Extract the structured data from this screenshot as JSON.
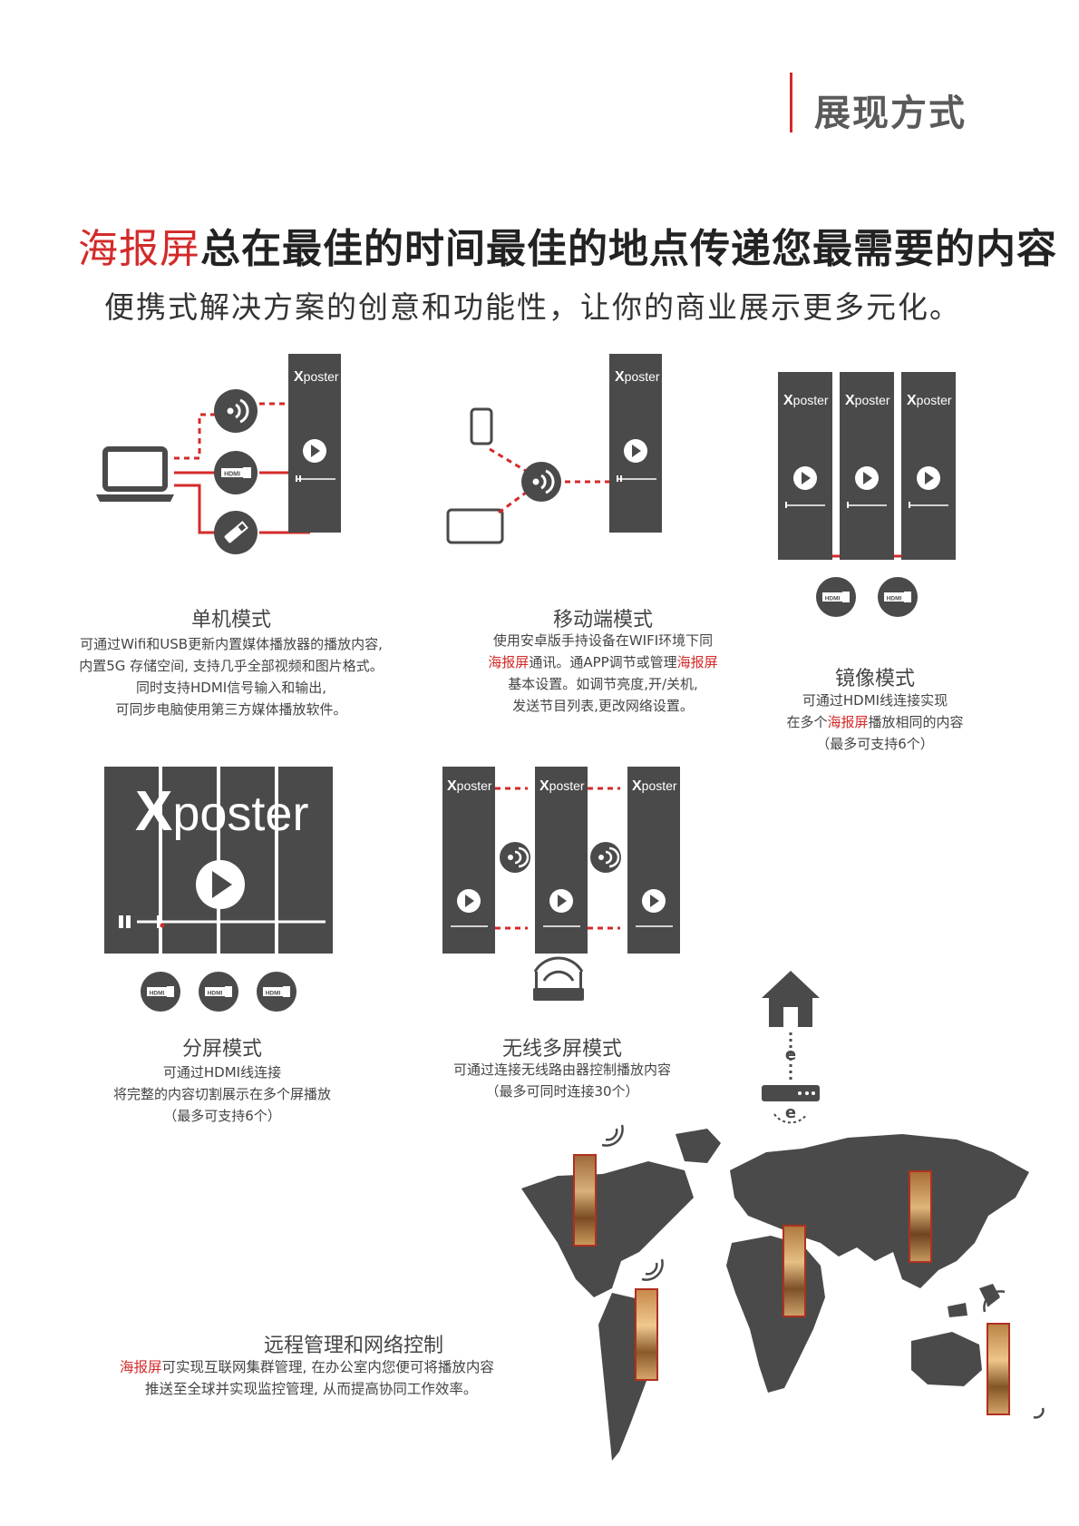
{
  "header": {
    "title": "展现方式",
    "accent_color": "#d42a2a"
  },
  "headline": {
    "highlight": "海报屏",
    "rest": "总在最佳的时间最佳的地点传递您最需要的内容"
  },
  "subline": "便携式解决方案的创意和功能性，让你的商业展示更多元化。",
  "brand": {
    "logo_x": "X",
    "logo_rest": "poster",
    "panel_color": "#4a4a4a"
  },
  "modes": {
    "standalone": {
      "title": "单机模式",
      "lines": [
        "可通过Wifi和USB更新内置媒体播放器的播放内容,",
        "内置5G 存储空间,  支持几乎全部视频和图片格式。",
        "同时支持HDMI信号输入和输出,",
        "可同步电脑使用第三方媒体播放软件。"
      ]
    },
    "mobile": {
      "title": "移动端模式",
      "line1": "使用安卓版手持设备在WIFI环境下同",
      "line2_red": "海报屏",
      "line2_a": "通讯。通APP调节或管理",
      "line2_red2": "海报屏",
      "line3": "基本设置。如调节亮度,开/关机,",
      "line4": "发送节目列表,更改网络设置。"
    },
    "mirror": {
      "title": "镜像模式",
      "line1": "可通过HDMI线连接实现",
      "line2_a": "在多个",
      "line2_red": "海报屏",
      "line2_b": "播放相同的内容",
      "line3": "（最多可支持6个）"
    },
    "split": {
      "title": "分屏模式",
      "lines": [
        "可通过HDMI线连接",
        "将完整的内容切割展示在多个屏播放",
        "（最多可支持6个）"
      ]
    },
    "wireless": {
      "title": "无线多屏模式",
      "lines": [
        "可通过连接无线路由器控制播放内容",
        "（最多可同时连接30个）"
      ]
    },
    "remote": {
      "title": "远程管理和网络控制",
      "line1_red": "海报屏",
      "line1_rest": "可实现互联网集群管理,  在办公室内您便可将播放内容",
      "line2": "推送至全球并实现监控管理,  从而提高协同工作效率。"
    }
  },
  "icons": {
    "hdmi_label": "HDMI",
    "router_letter": "e",
    "names": [
      "laptop-icon",
      "phone-icon",
      "tablet-icon",
      "wifi-icon",
      "hdmi-icon",
      "usb-icon",
      "play-icon",
      "router-icon",
      "house-icon",
      "world-map"
    ]
  }
}
